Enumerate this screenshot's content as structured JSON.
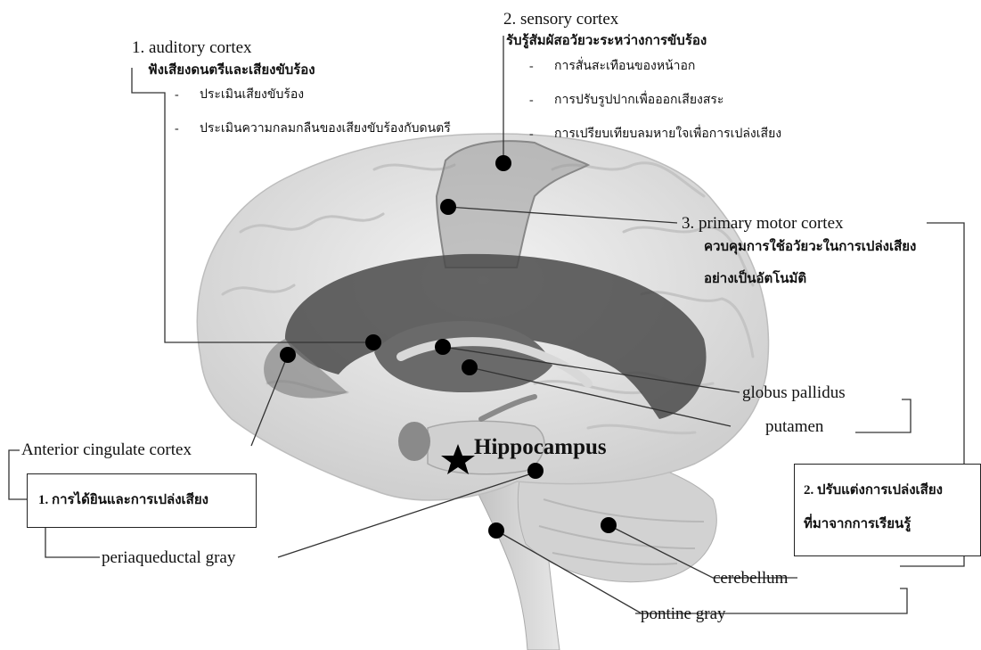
{
  "labels": {
    "auditory_title": "1. auditory cortex",
    "auditory_sub": "ฟังเสียงดนตรีและเสียงขับร้อง",
    "auditory_items": [
      "ประเมินเสียงขับร้อง",
      "ประเมินความกลมกลืนของเสียงขับร้องกับดนตรี"
    ],
    "sensory_title": "2. sensory cortex",
    "sensory_sub": "รับรู้สัมผัสอวัยวะระหว่างการขับร้อง",
    "sensory_items": [
      "การสั่นสะเทือนของหน้าอก",
      "การปรับรูปปากเพื่อออกเสียงสระ",
      "การเปรียบเทียบลมหายใจเพื่อการเปล่งเสียง"
    ],
    "motor_title": "3. primary motor cortex",
    "motor_sub_1": "ควบคุมการใช้อวัยวะในการเปล่งเสียง",
    "motor_sub_2": "อย่างเป็นอัตโนมัติ",
    "globus": "globus pallidus",
    "putamen": "putamen",
    "box2_line1": "2. ปรับแต่งการเปล่งเสียง",
    "box2_line2": "ที่มาจากการเรียนรู้",
    "cerebellum": "cerebellum",
    "pontine": "pontine gray",
    "anterior": "Anterior cingulate cortex",
    "box1": "1. การได้ยินและการเปล่งเสียง",
    "periaqueductal": "periaqueductal gray",
    "hippocampus": "Hippocampus",
    "bullet_dash": "-"
  },
  "colors": {
    "brain_fill": "#e4e4e4",
    "brain_shadow": "#c9c9c9",
    "region_dark": "#5a5a5a",
    "region_mid": "#8a8a8a",
    "line": "#333333",
    "dot": "#000000"
  },
  "icons": {
    "hippocampus_marker": "star-icon"
  }
}
